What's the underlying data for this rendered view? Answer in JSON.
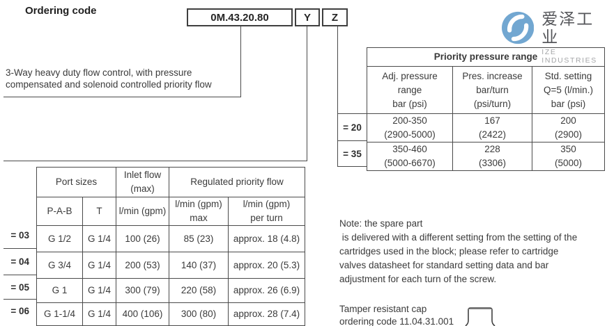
{
  "page": {
    "title": "Ordering code"
  },
  "ordering_code": {
    "base": "0M.43.20.80",
    "option_y": "Y",
    "option_z": "Z"
  },
  "description": "3-Way heavy duty flow control, with pressure\ncompensated and solenoid controlled priority flow",
  "priority_table": {
    "title": "Priority pressure range",
    "col_headers": [
      "Adj. pressure\nrange\nbar (psi)",
      "Pres. increase\nbar/turn\n(psi/turn)",
      "Std. setting\nQ=5 (l/min.)\nbar (psi)"
    ],
    "rows": [
      {
        "label": "= 20",
        "cells": [
          "200-350\n(2900-5000)",
          "167\n(2422)",
          "200\n(2900)"
        ]
      },
      {
        "label": "= 35",
        "cells": [
          "350-460\n(5000-6670)",
          "228\n(3306)",
          "350\n(5000)"
        ]
      }
    ]
  },
  "flow_table": {
    "group_headers": [
      "Port sizes",
      "Inlet flow\n(max)",
      "Regulated priority flow"
    ],
    "col_headers": [
      "P-A-B",
      "T",
      "l/min (gpm)",
      "l/min (gpm)\nmax",
      "l/min (gpm)\nper turn"
    ],
    "rows": [
      {
        "label": "= 03",
        "cells": [
          "G 1/2",
          "G 1/4",
          "100 (26)",
          "85 (23)",
          "approx. 18 (4.8)"
        ]
      },
      {
        "label": "= 04",
        "cells": [
          "G 3/4",
          "G 1/4",
          "200 (53)",
          "140 (37)",
          "approx. 20 (5.3)"
        ]
      },
      {
        "label": "= 05",
        "cells": [
          "G 1",
          "G 1/4",
          "300 (79)",
          "220 (58)",
          "approx. 26 (6.9)"
        ]
      },
      {
        "label": "= 06",
        "cells": [
          "G 1-1/4",
          "G 1/4",
          "400 (106)",
          "300 (80)",
          "approx. 28 (7.4)"
        ]
      }
    ]
  },
  "note": "Note: the spare part\n is delivered with a different setting from the setting of the\ncartridges used in the block; please refer to cartridge\nvalves datasheet for standard setting data and bar\nadjustment for each turn of the screw.",
  "tamper": {
    "line1": "Tamper resistant cap",
    "line2": "ordering code 11.04.31.001"
  },
  "logo": {
    "cn": "爱泽工业",
    "en": "IZE INDUSTRIES",
    "circle_color": "#72a7d1"
  },
  "colors": {
    "border": "#4a4a4a",
    "text": "#3a3a3a"
  }
}
